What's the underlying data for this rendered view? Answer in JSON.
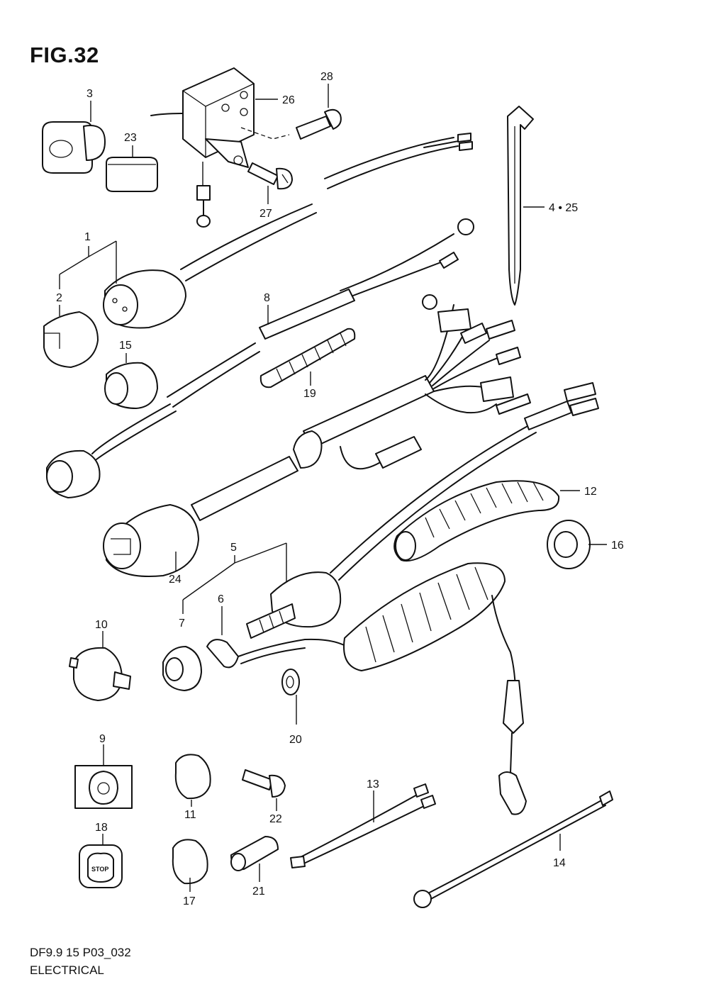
{
  "figure": {
    "title": "FIG.32",
    "code": "DF9.9 15 P03_032",
    "name": "ELECTRICAL"
  },
  "callouts": {
    "c1": "1",
    "c2": "2",
    "c3": "3",
    "c4_25": "4 • 25",
    "c5": "5",
    "c6": "6",
    "c7": "7",
    "c8": "8",
    "c9": "9",
    "c10": "10",
    "c11": "11",
    "c12": "12",
    "c13": "13",
    "c14": "14",
    "c15": "15",
    "c16": "16",
    "c17": "17",
    "c18": "18",
    "c19": "19",
    "c20": "20",
    "c21": "21",
    "c22": "22",
    "c23": "23",
    "c24": "24",
    "c26": "26",
    "c27": "27",
    "c28": "28"
  },
  "stop_label": "STOP"
}
